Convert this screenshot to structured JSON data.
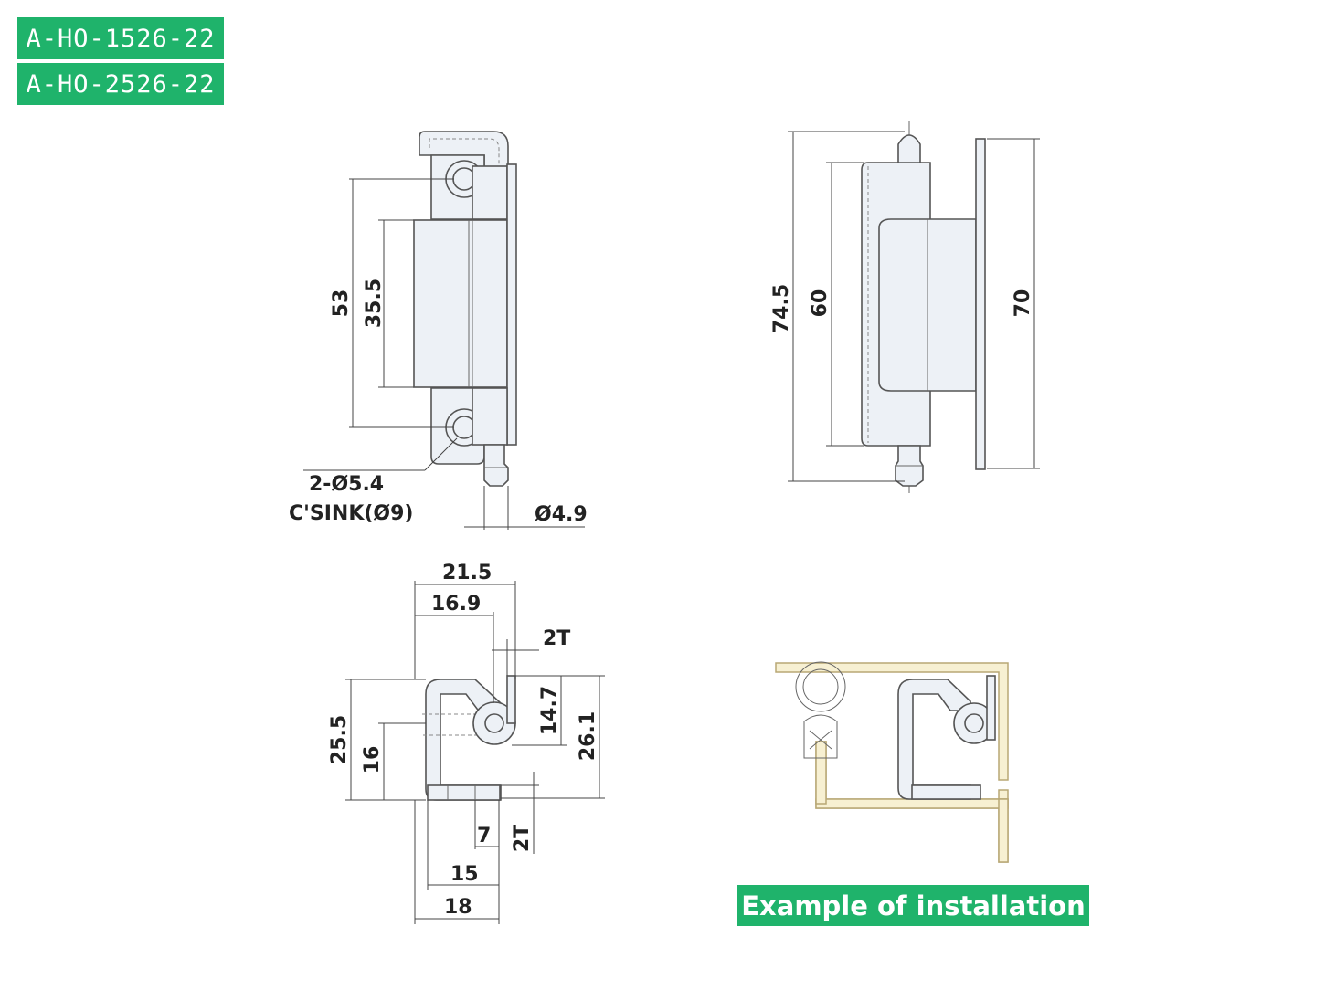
{
  "badges": [
    "A-HO-1526-22",
    "A-HO-2526-22"
  ],
  "colors": {
    "badge_green": "#1fb36b",
    "part_fill": "#edf1f6",
    "panel_fill": "#f7f0d2",
    "panel_stroke": "#b8a775",
    "line": "#555555"
  },
  "front_view": {
    "dims": [
      "53",
      "35.5"
    ],
    "hole_note": [
      "2-Ø5.4",
      "C'SINK(Ø9)"
    ],
    "pin_dim": "Ø4.9"
  },
  "side_view": {
    "dims": [
      "74.5",
      "60",
      "70"
    ]
  },
  "section_view": {
    "dims_top": [
      "21.5",
      "16.9",
      "2T"
    ],
    "dims_left": [
      "25.5",
      "16"
    ],
    "dims_right": [
      "14.7",
      "26.1"
    ],
    "dims_bottom": [
      "7",
      "2T",
      "15",
      "18"
    ]
  },
  "installation": {
    "caption": "Example of installation"
  }
}
